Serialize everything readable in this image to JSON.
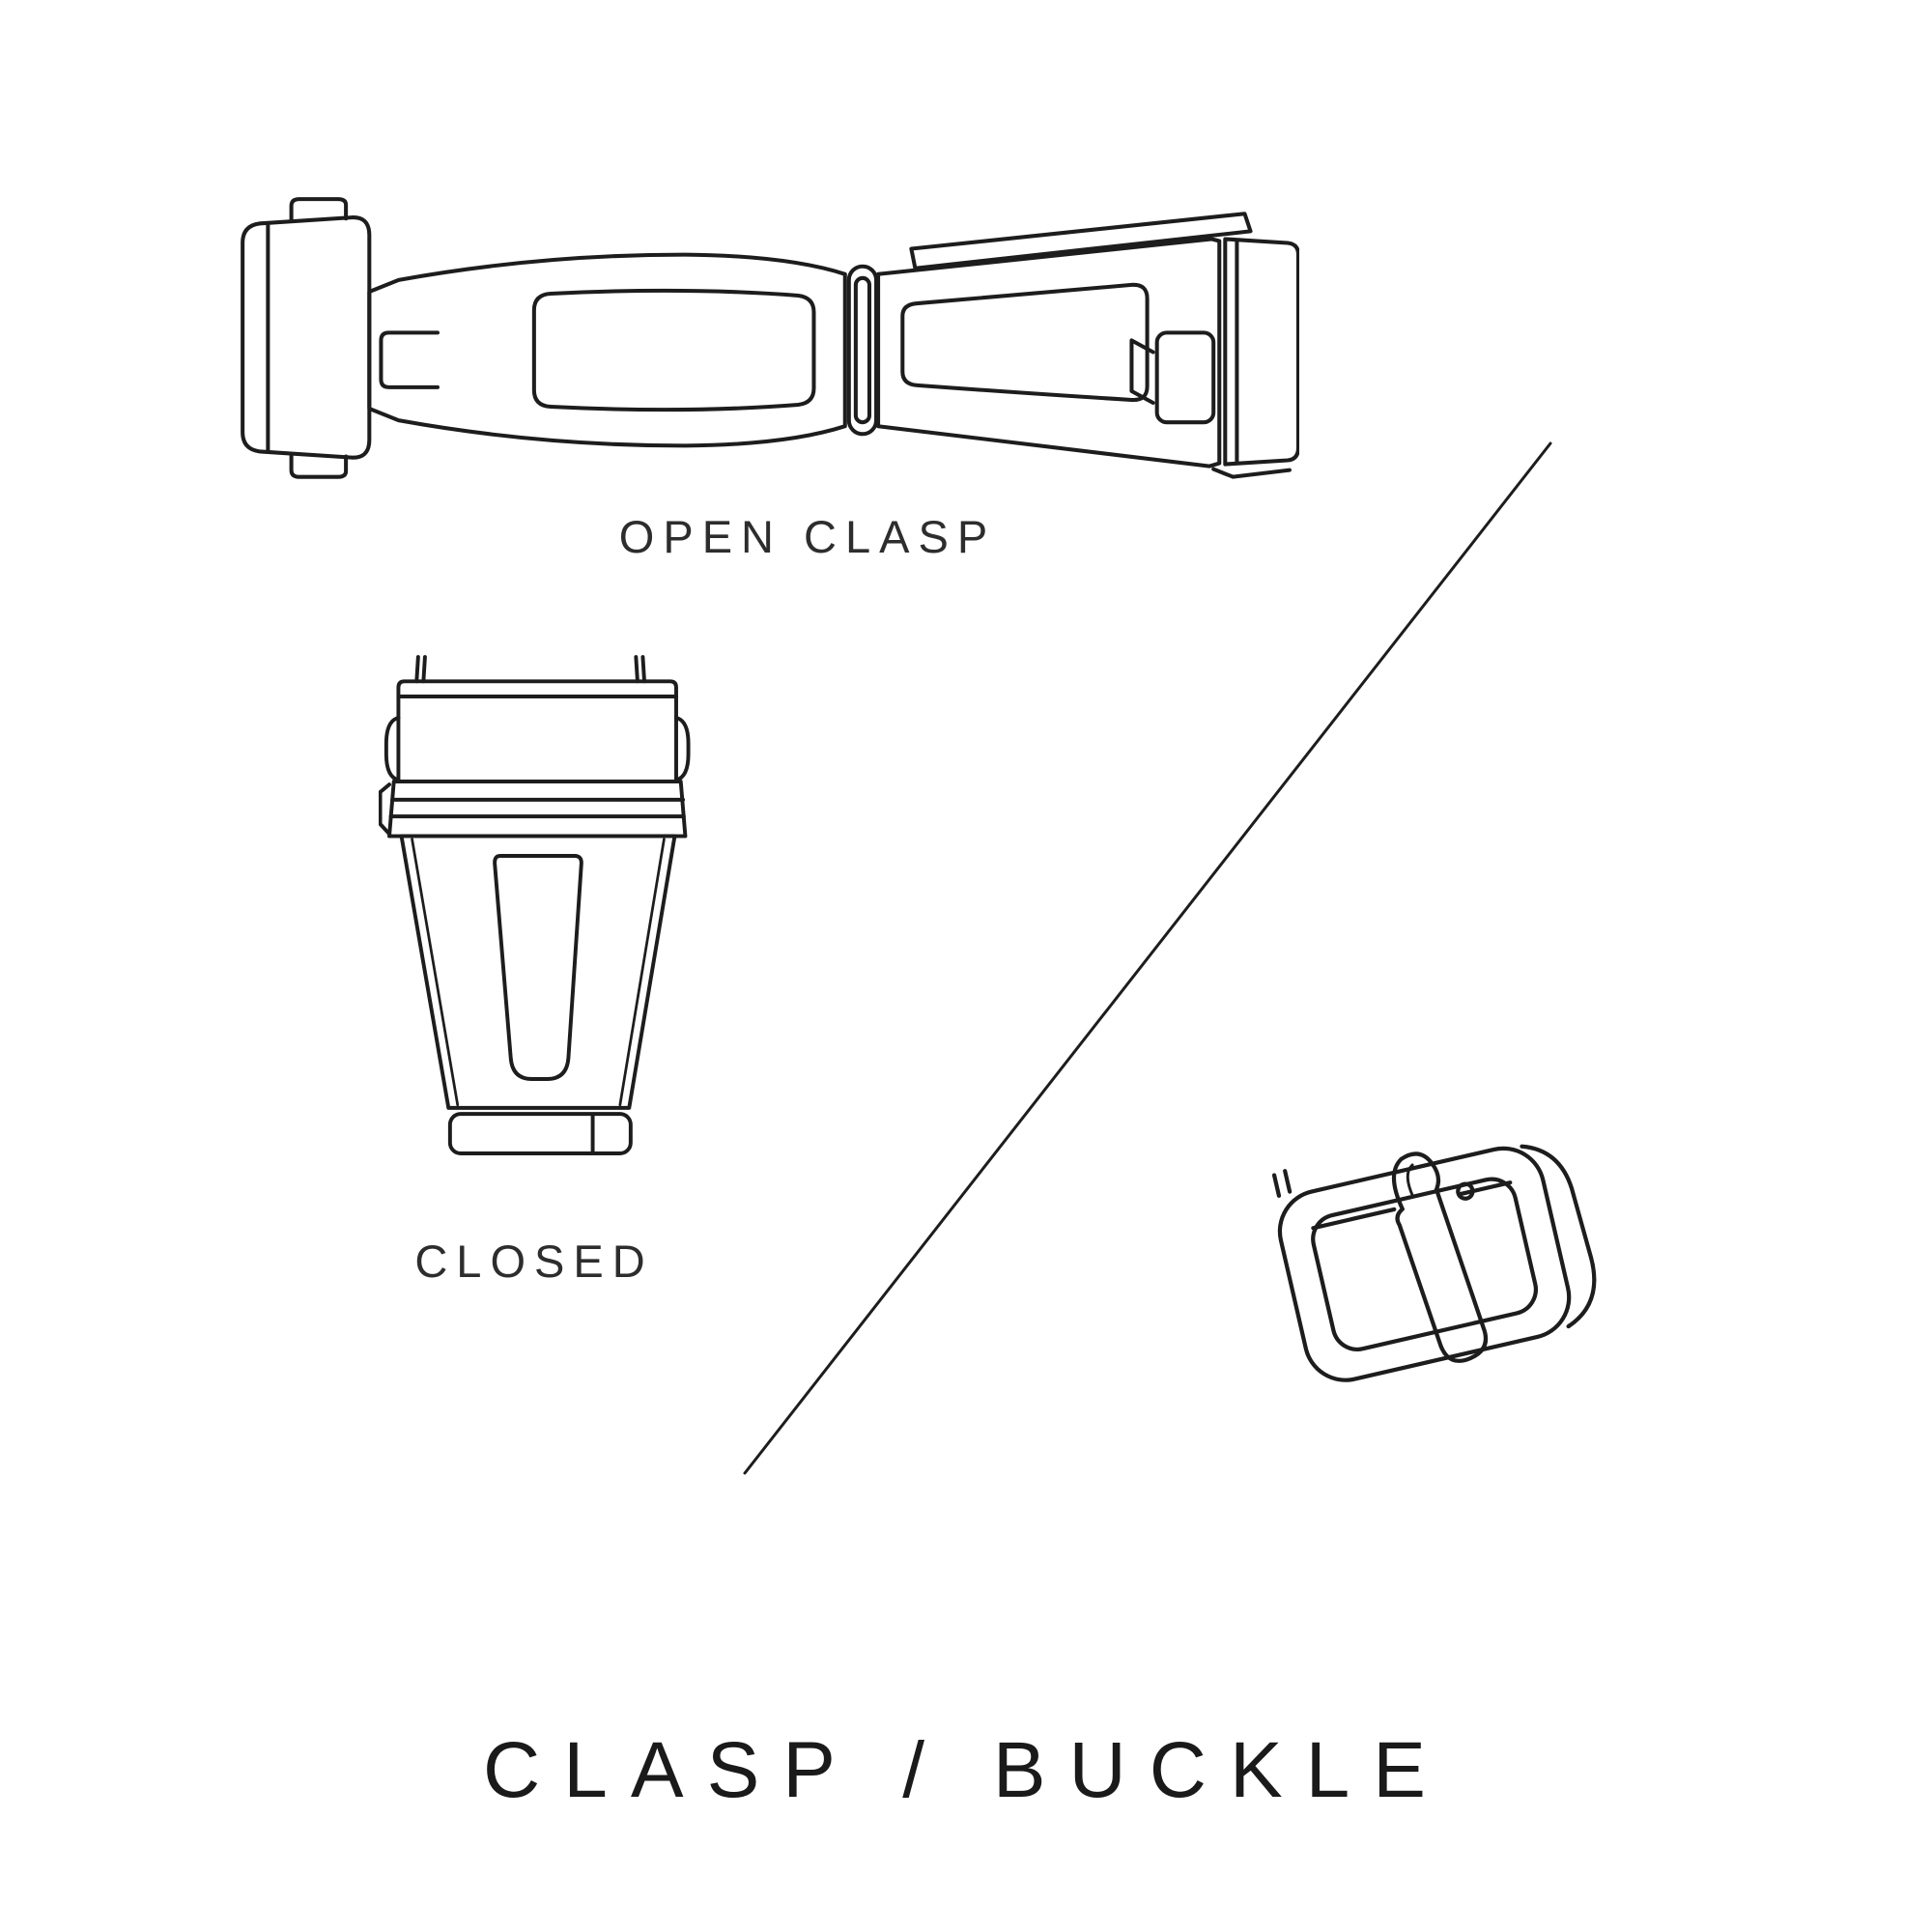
{
  "theme": {
    "background": "#ffffff",
    "line-color": "#1d1d1d",
    "label-color": "#2d2d2d",
    "title-color": "#1a1a1a"
  },
  "diagram": {
    "open_clasp": {
      "label": "OPEN CLASP",
      "illustration": "open-deployant-clasp-line-drawing"
    },
    "closed_clasp": {
      "label": "CLOSED",
      "illustration": "closed-deployant-clasp-line-drawing"
    },
    "buckle": {
      "illustration": "pin-buckle-line-drawing"
    },
    "divider": "diagonal-separator-line",
    "title": "CLASP / BUCKLE"
  }
}
